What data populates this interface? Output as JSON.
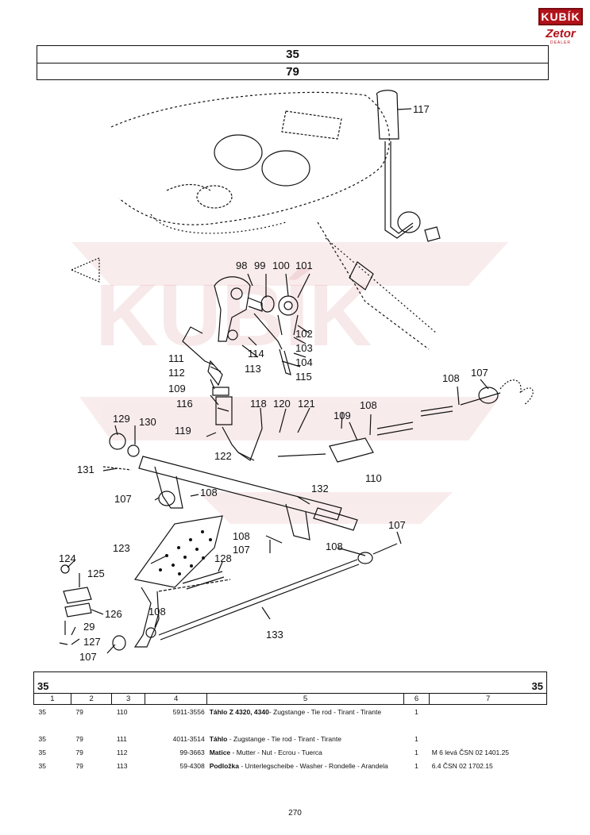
{
  "logo": {
    "brand": "KUBÍK",
    "sub": "Zetor",
    "tag": "DEALER"
  },
  "header": {
    "group": "35",
    "page": "79"
  },
  "diagram": {
    "callouts": [
      "117",
      "98",
      "99",
      "100",
      "101",
      "102",
      "103",
      "104",
      "115",
      "111",
      "112",
      "113",
      "114",
      "109",
      "116",
      "118",
      "120",
      "121",
      "109",
      "108",
      "107",
      "108",
      "129",
      "130",
      "119",
      "122",
      "110",
      "131",
      "107",
      "108",
      "132",
      "108",
      "107",
      "107",
      "108",
      "123",
      "128",
      "124",
      "125",
      "126",
      "108",
      "29",
      "127",
      "107",
      "133"
    ],
    "watermark": "KUBÍK"
  },
  "table": {
    "group_left": "35",
    "group_right": "35",
    "columns": [
      "1",
      "2",
      "3",
      "4",
      "5",
      "6",
      "7"
    ],
    "rows": [
      {
        "c1": "35",
        "c2": "79",
        "c3": "110",
        "c4": "5911-3556",
        "name_bold": "Táhlo Z 4320, 4340",
        "name_rest": "- Zugstange - Tie rod - Tirant - Tirante",
        "qty": "1",
        "note": ""
      },
      {
        "c1": "35",
        "c2": "79",
        "c3": "111",
        "c4": "4011-3514",
        "name_bold": "Táhlo",
        "name_rest": " - Zugstange - Tie rod - Tirant - Tirante",
        "qty": "1",
        "note": ""
      },
      {
        "c1": "35",
        "c2": "79",
        "c3": "112",
        "c4": "99-3663",
        "name_bold": "Matice",
        "name_rest": " - Mutter - Nut - Ecrou - Tuerca",
        "qty": "1",
        "note": "M 6 levá ČSN 02 1401.25"
      },
      {
        "c1": "35",
        "c2": "79",
        "c3": "113",
        "c4": "59-4308",
        "name_bold": "Podložka",
        "name_rest": " - Unterlegscheibe - Washer - Rondelle - Arandela",
        "qty": "1",
        "note": "6.4 ČSN 02 1702.15"
      }
    ]
  },
  "page_number": "270"
}
